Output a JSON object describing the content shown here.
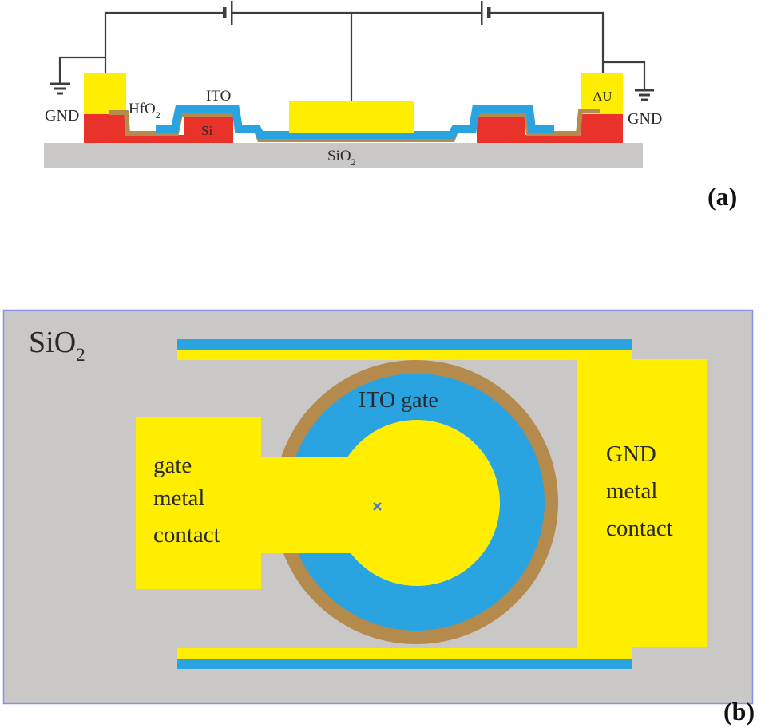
{
  "figure": {
    "colors": {
      "metal_yellow": "#ffee00",
      "si_red": "#e9332a",
      "ito_blue": "#29a4e0",
      "hfo2_brown": "#b58a4d",
      "sio2_gray": "#c9c8c6",
      "wire": "#3d3d3d",
      "panel_border": "#8393e6",
      "marker_blue": "#4a77cc",
      "text": "#2a2a2a"
    },
    "panel_a": {
      "tag": "(a)",
      "labels": {
        "gnd_left": "GND",
        "hfo2_main": "HfO",
        "hfo2_sub": "2",
        "ito": "ITO",
        "si": "Si",
        "sio2_main": "SiO",
        "sio2_sub": "2",
        "au": "AU",
        "gnd_right": "GND"
      }
    },
    "panel_b": {
      "tag": "(b)",
      "labels": {
        "sio2_main": "SiO",
        "sio2_sub": "2",
        "ito_gate": "ITO gate",
        "gate_contact": [
          "gate",
          "metal",
          "contact"
        ],
        "gnd_contact": [
          "GND",
          "metal",
          "contact"
        ]
      }
    }
  }
}
